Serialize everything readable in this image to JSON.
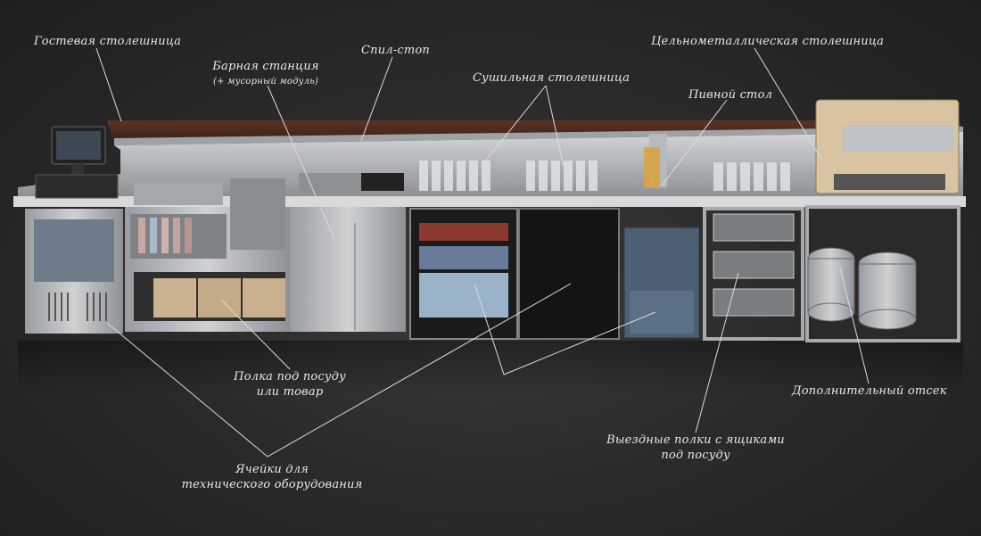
{
  "labels": {
    "guest_counter": "Гостевая столешница",
    "bar_station": "Барная станция",
    "bar_station_sub": "(+ мусорный модуль)",
    "spill_stop": "Спил-стоп",
    "drying_counter": "Сушильная столешница",
    "solid_metal_counter": "Цельнометаллическая столешница",
    "beer_table": "Пивной стол",
    "dish_shelf_line1": "Полка под посуду",
    "dish_shelf_line2": "или товар",
    "extra_compartment": "Дополнительный отсек",
    "pullout_shelves_line1": "Выездные полки с ящиками",
    "pullout_shelves_line2": "под посуду",
    "tech_cells_line1": "Ячейки для",
    "tech_cells_line2": "технического оборудования"
  },
  "colors": {
    "background": "#2b2b2b",
    "steel": "#b9bcbf",
    "wood_top": "#4a2a1e",
    "cabinet_dark": "#1a1a1a",
    "blue_unit": "#4d5f72",
    "label_text": "#e8e8e8"
  }
}
